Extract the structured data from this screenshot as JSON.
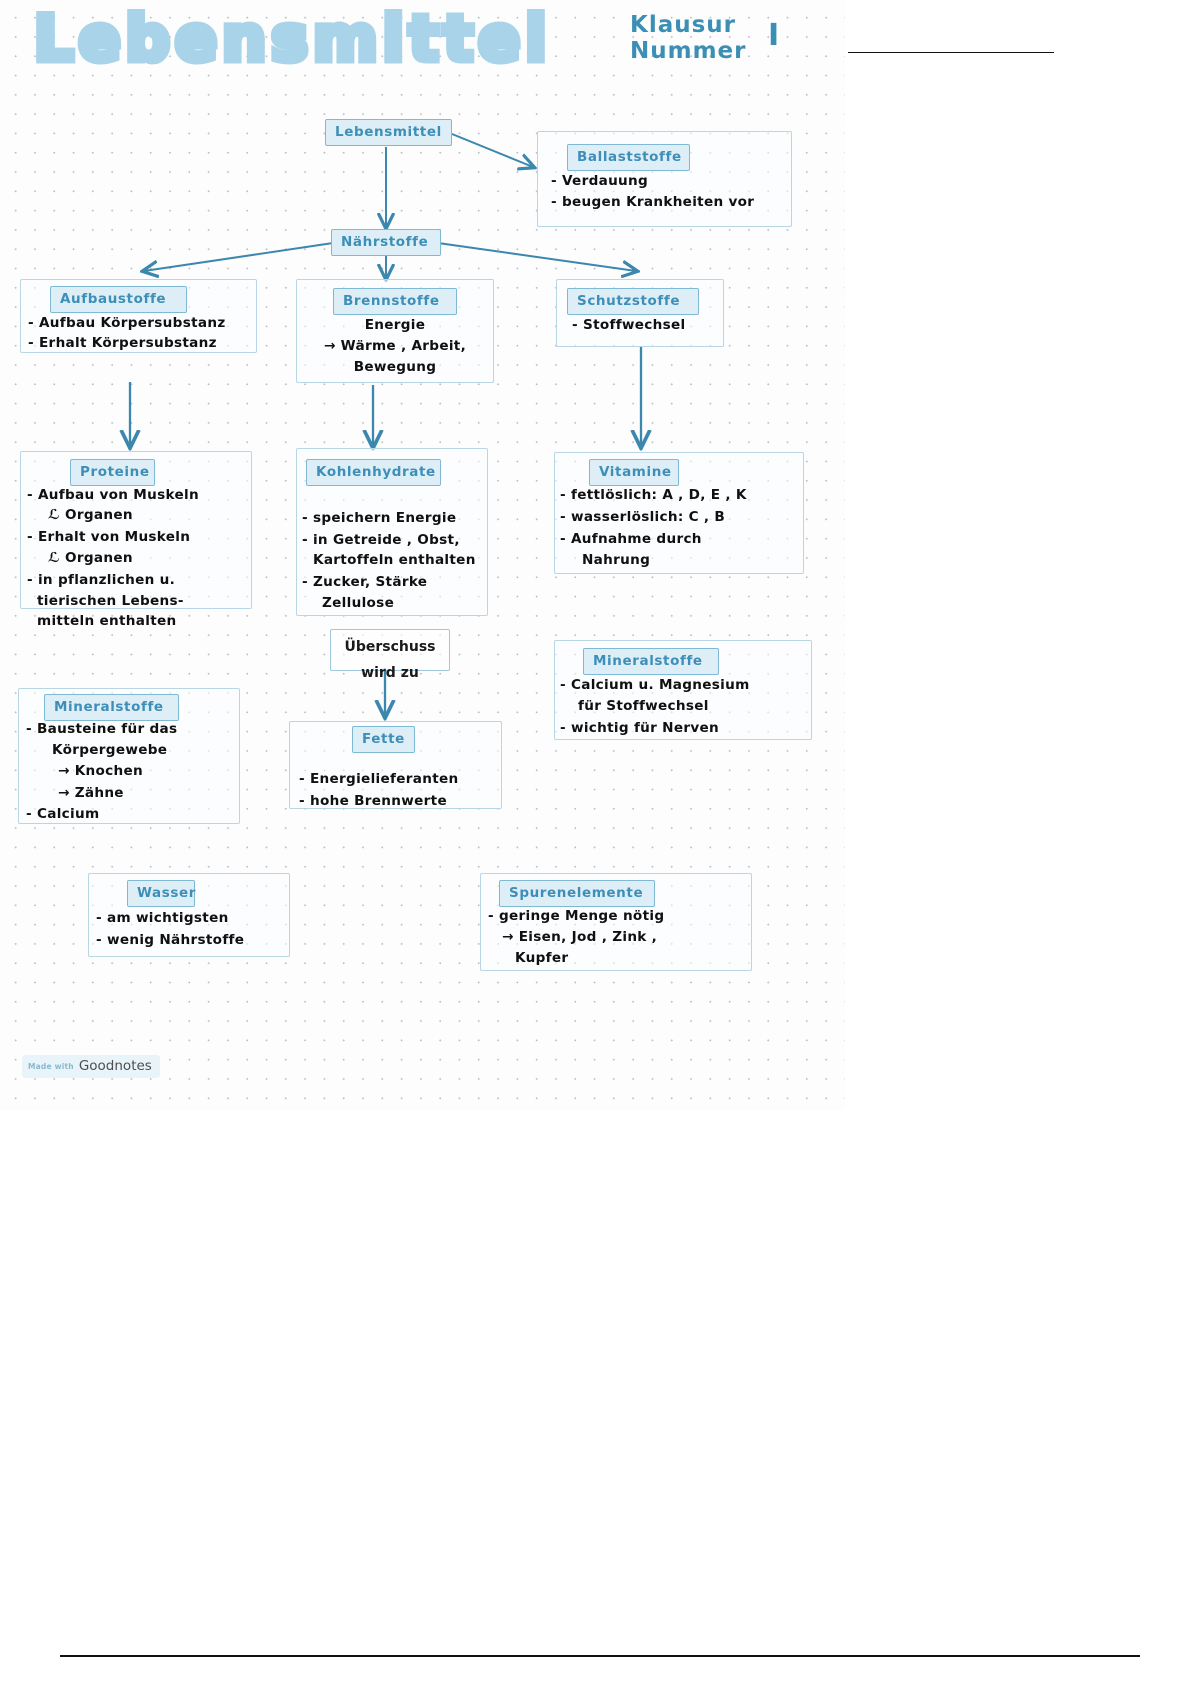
{
  "document": {
    "title": "Lebensmittel",
    "subtitle_line1": "Klausur",
    "subtitle_line2": "Nummer",
    "exam_number": "I"
  },
  "nodes": {
    "lebensmittel": {
      "label": "Lebensmittel"
    },
    "naehrstoffe": {
      "label": "Nährstoffe"
    },
    "ballaststoffe": {
      "label": "Ballaststoffe",
      "items": [
        "- Verdauung",
        "- beugen Krankheiten vor"
      ]
    },
    "aufbaustoffe": {
      "label": "Aufbaustoffe",
      "items": [
        "- Aufbau Körpersubstanz",
        "- Erhalt Körpersubstanz"
      ]
    },
    "brennstoffe": {
      "label": "Brennstoffe",
      "items": [
        "Energie",
        "→ Wärme , Arbeit,",
        "Bewegung"
      ]
    },
    "schutzstoffe": {
      "label": "Schutzstoffe",
      "items": [
        "- Stoffwechsel"
      ]
    },
    "proteine": {
      "label": "Proteine",
      "items": [
        "- Aufbau von Muskeln",
        "ℒ Organen",
        "- Erhalt von Muskeln",
        "ℒ Organen",
        "- in pflanzlichen u.",
        "tierischen Lebens-",
        "mitteln enthalten"
      ]
    },
    "kohlenhydrate": {
      "label": "Kohlenhydrate",
      "items": [
        "- speichern Energie",
        "- in Getreide , Obst,",
        "Kartoffeln enthalten",
        "- Zucker, Stärke",
        "Zellulose"
      ]
    },
    "vitamine": {
      "label": "Vitamine",
      "items": [
        "- fettlöslich:  A , D, E , K",
        "- wasserlöslich:  C , B",
        "- Aufnahme  durch",
        "Nahrung"
      ]
    },
    "ueberschuss": {
      "label": "Überschuss\nwird  zu"
    },
    "fette": {
      "label": "Fette",
      "items": [
        "- Energielieferanten",
        "- hohe Brennwerte"
      ]
    },
    "mineralstoffe_left": {
      "label": "Mineralstoffe",
      "items": [
        "- Bausteine  für  das",
        "Körpergewebe",
        "→ Knochen",
        "→ Zähne",
        "- Calcium"
      ]
    },
    "mineralstoffe_right": {
      "label": "Mineralstoffe",
      "items": [
        "- Calcium  u. Magnesium",
        "für Stoffwechsel",
        "- wichtig für Nerven"
      ]
    },
    "wasser": {
      "label": "Wasser",
      "items": [
        "- am wichtigsten",
        "- wenig Nährstoffe"
      ]
    },
    "spurenelemente": {
      "label": "Spurenelemente",
      "items": [
        "- geringe   Menge  nötig",
        "→ Eisen, Jod , Zink ,",
        "Kupfer"
      ]
    }
  },
  "watermark": {
    "made_with": "Made with",
    "app": "Goodnotes"
  },
  "colors": {
    "accent": "#3d8fb8",
    "header_fill": "#ddeef7",
    "header_border": "#7fb9d4",
    "arrow": "#3b87ae",
    "bubble": "#a8d3e8",
    "ink": "#101010"
  }
}
